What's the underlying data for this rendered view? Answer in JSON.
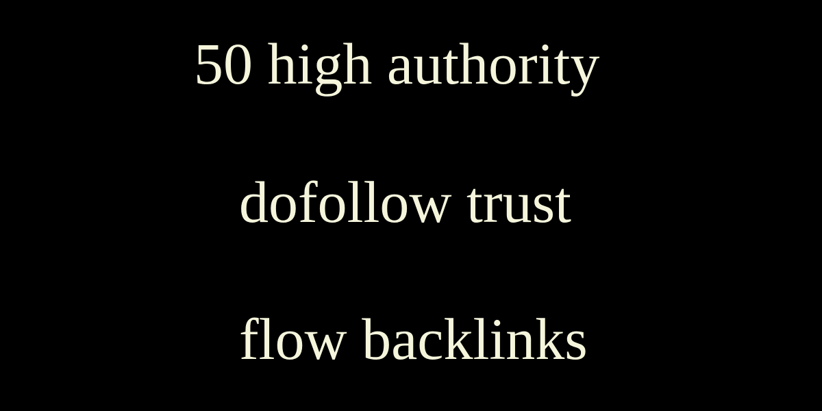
{
  "banner": {
    "lines": [
      "50 high authority",
      "dofollow trust",
      "flow backlinks"
    ],
    "text_color": "#f5f5dc",
    "background_color": "#000000"
  }
}
